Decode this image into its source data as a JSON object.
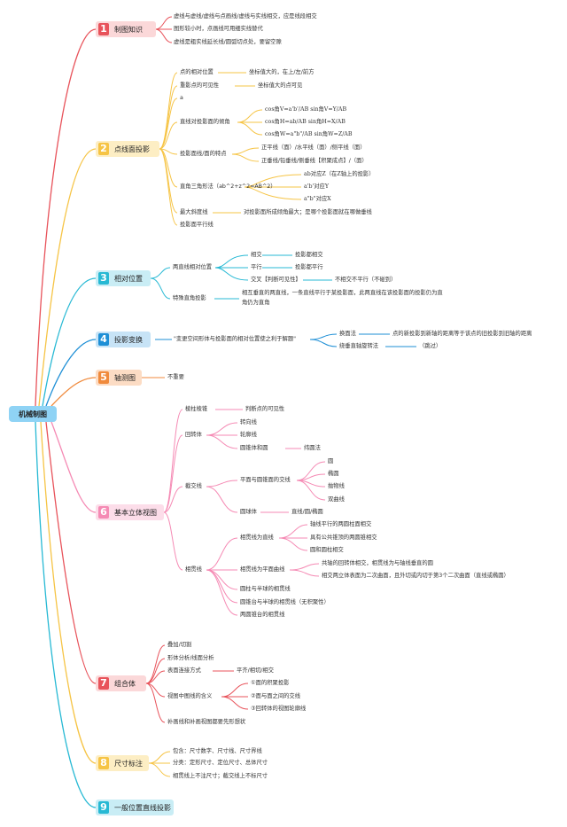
{
  "root": "机械制图",
  "colors": {
    "red": "#e8535b",
    "yellow": "#f6c445",
    "cyan": "#27b9d4",
    "blue": "#1e8fd6",
    "orange": "#f08a3c",
    "pink": "#f58ab4",
    "gray": "#bbbbbb"
  },
  "topics": [
    {
      "num": "1",
      "label": "制图知识",
      "items": [
        "虚线与虚线/虚线与点画线/虚线与实线相交，应是线段相交",
        "图形较小时，点画线可用细实线替代",
        "虚线是粗实线延长线/圆弧切点处，要留空隙"
      ]
    },
    {
      "num": "2",
      "label": "点线面投影",
      "items": [
        "点的相对位置",
        "坐标值大的，在上/左/前方",
        "重影点的可见性",
        "坐标值大的点可见",
        "a",
        "直线对投影面的倾角",
        "cos角V=a'b'/AB sin角V=Y/AB",
        "cos角H=ab/AB sin角H=X/AB",
        "cos角W=a\"b\"/AB sin角W=Z/AB",
        "投影面线/面的特点",
        "正平线（面）/水平线（面）/侧平线（面）",
        "正垂线/铅垂线/侧垂线【积聚成点】/（面）",
        "直角三角形法（ab^2+z^2=AB^2）",
        "ab对应Z（在Z轴上的投影）",
        "a'b'对应Y",
        "a\"b\"对应X",
        "最大斜度线",
        "对投影面所成倾角最大；是哪个投影面就在哪做垂线",
        "投影面平行线"
      ]
    },
    {
      "num": "3",
      "label": "相对位置",
      "items": [
        "两直线相对位置",
        "相交",
        "投影都相交",
        "平行",
        "投影都平行",
        "交叉【判断可见性】",
        "不相交不平行（不碰到）",
        "特殊直角投影",
        "相互垂直的两直线，一条直线平行于某投影面，此两直线在该投影面的投影仍为直",
        "角仍为直角"
      ]
    },
    {
      "num": "4",
      "label": "投影变换",
      "items": [
        "\"变更空间形体与投影面的相对位置使之利于解题\"",
        "换面法",
        "点的新投影到新轴的距离等于该点的旧投影到旧轴的距离",
        "绕垂直轴旋转法",
        "（跳过）"
      ]
    },
    {
      "num": "5",
      "label": "轴测图",
      "items": [
        "不重要"
      ]
    },
    {
      "num": "6",
      "label": "基本立体视图",
      "items": [
        "棱柱棱锥",
        "判断点的可见性",
        "回转体",
        "转向线",
        "轮廓线",
        "圆锥体和圆",
        "纬圆法",
        "截交线",
        "平面与圆锥面的交线",
        "圆",
        "椭圆",
        "抛物线",
        "双曲线",
        "圆球体",
        "直线/圆/椭圆",
        "相贯线",
        "相贯线为直线",
        "轴线平行的两圆柱面相交",
        "具有公共锥顶的两圆锥相交",
        "圆和圆柱相交",
        "相贯线为平面曲线",
        "共轴的回转体相交，相贯线为与轴线垂直的圆",
        "相交两立体表面为二次曲面，且外切或内切于第3个二次曲面（直线或椭圆）",
        "圆柱与半球的相贯线",
        "圆锥台与半球的相贯线（无积聚性）",
        "两圆锥台的相贯线"
      ]
    },
    {
      "num": "7",
      "label": "组合体",
      "items": [
        "叠加/切割",
        "形体分析/线面分析",
        "表面连接方式",
        "平齐/相切/相交",
        "视图中图线的含义",
        "①面的积聚投影",
        "②面与面之间的交线",
        "③回转体的视图轮廓线",
        "补画线和补画视图都要先形想状"
      ]
    },
    {
      "num": "8",
      "label": "尺寸标注",
      "items": [
        "包含：尺寸数字、尺寸线、尺寸界线",
        "分类：定形尺寸、定位尺寸、总体尺寸",
        "相贯线上不注尺寸；截交线上不标尺寸"
      ]
    },
    {
      "num": "9",
      "label": "一般位置直线投影",
      "items": []
    }
  ]
}
